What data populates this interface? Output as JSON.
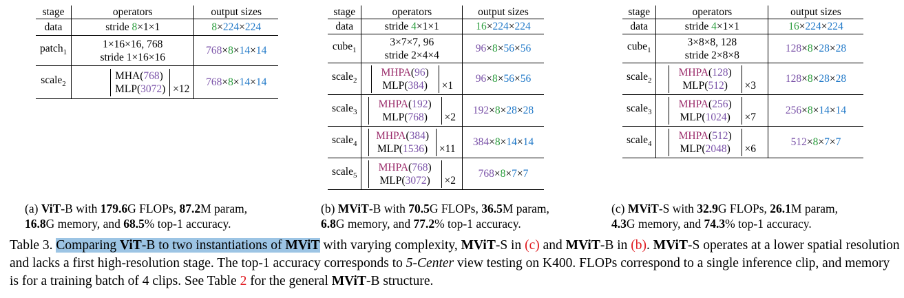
{
  "tables": [
    {
      "headers": [
        "stage",
        "operators",
        "output sizes"
      ],
      "rows": [
        {
          "stage": "data",
          "ops": "stride 8×1×1",
          "out": "8×224×224"
        },
        {
          "stage": "patch₁",
          "ops1": "1×16×16, 768",
          "ops2": "stride 1×16×16",
          "out": "768×8×14×14"
        },
        {
          "stage": "scale₂",
          "attn": "MHA(768)",
          "mlp": "MLP(3072)",
          "mult": "×12",
          "out": "768×8×14×14"
        }
      ],
      "caption_prefix": "(a)",
      "caption_model": "ViT",
      "caption_rest1": "-B with",
      "flops": "179.6",
      "caption_rest2": "G FLOPs,",
      "params": "87.2",
      "caption_rest3": "M param,",
      "memory": "16.8",
      "caption_rest4": "G memory, and",
      "accuracy": "68.5",
      "caption_rest5": "% top-1 accuracy."
    },
    {
      "headers": [
        "stage",
        "operators",
        "output sizes"
      ],
      "rows": [
        {
          "stage": "data",
          "ops": "stride 4×1×1",
          "out": "16×224×224"
        },
        {
          "stage": "cube₁",
          "ops1": "3×7×7, 96",
          "ops2": "stride 2×4×4",
          "out": "96×8×56×56"
        },
        {
          "stage": "scale₂",
          "attn": "MHPA(96)",
          "mlp": "MLP(384)",
          "mult": "×1",
          "out": "96×8×56×56"
        },
        {
          "stage": "scale₃",
          "attn": "MHPA(192)",
          "mlp": "MLP(768)",
          "mult": "×2",
          "out": "192×8×28×28"
        },
        {
          "stage": "scale₄",
          "attn": "MHPA(384)",
          "mlp": "MLP(1536)",
          "mult": "×11",
          "out": "384×8×14×14"
        },
        {
          "stage": "scale₅",
          "attn": "MHPA(768)",
          "mlp": "MLP(3072)",
          "mult": "×2",
          "out": "768×8×7×7"
        }
      ],
      "caption_prefix": "(b)",
      "caption_model": "MViT",
      "caption_rest1": "-B with",
      "flops": "70.5",
      "caption_rest2": "G FLOPs,",
      "params": "36.5",
      "caption_rest3": "M param,",
      "memory": "6.8",
      "caption_rest4": "G memory, and",
      "accuracy": "77.2",
      "caption_rest5": "% top-1 accuracy."
    },
    {
      "headers": [
        "stage",
        "operators",
        "output sizes"
      ],
      "rows": [
        {
          "stage": "data",
          "ops": "stride 4×1×1",
          "out": "16×224×224"
        },
        {
          "stage": "cube₁",
          "ops1": "3×8×8, 128",
          "ops2": "stride 2×8×8",
          "out": "128×8×28×28"
        },
        {
          "stage": "scale₂",
          "attn": "MHPA(128)",
          "mlp": "MLP(512)",
          "mult": "×3",
          "out": "128×8×28×28"
        },
        {
          "stage": "scale₃",
          "attn": "MHPA(256)",
          "mlp": "MLP(1024)",
          "mult": "×7",
          "out": "256×8×14×14"
        },
        {
          "stage": "scale₄",
          "attn": "MHPA(512)",
          "mlp": "MLP(2048)",
          "mult": "×6",
          "out": "512×8×7×7"
        }
      ],
      "caption_prefix": "(c)",
      "caption_model": "MViT",
      "caption_rest1": "-S with",
      "flops": "32.9",
      "caption_rest2": "G FLOPs,",
      "params": "26.1",
      "caption_rest3": "M param,",
      "memory": "4.3",
      "caption_rest4": "G memory, and",
      "accuracy": "74.3",
      "caption_rest5": "% top-1 accuracy."
    }
  ],
  "caption": {
    "label": "Table 3.",
    "hl1": "Comparing",
    "vit": "ViT",
    "hl2": "-B to two instantiations of",
    "mvit": "MViT",
    "t1": " with varying complexity,",
    "mvits": "MViT",
    "t2": "-S in",
    "ref_c": "(c)",
    "t3": " and",
    "mvitb": "MViT",
    "t4": "-B in",
    "ref_b": "(b)",
    "t5": ".",
    "mvits2": "MViT",
    "t6": "-S operates at a lower spatial resolution and lacks a first high-resolution stage. The top-1 accuracy corresponds to",
    "italic": "5-Center",
    "t7": " view testing on K400. FLOPs correspond to a single inference clip, and memory is for a training batch of 4 clips. See Table",
    "ref_2": "2",
    "t8": " for the general",
    "mvitb2": "MViT",
    "t9": "-B structure."
  },
  "colors": {
    "green": "#2a9c3c",
    "blue": "#1f78c8",
    "purple": "#7a52a8",
    "magenta": "#9a2b6a",
    "red": "#e0191f",
    "highlight": "#9cc4e4"
  }
}
